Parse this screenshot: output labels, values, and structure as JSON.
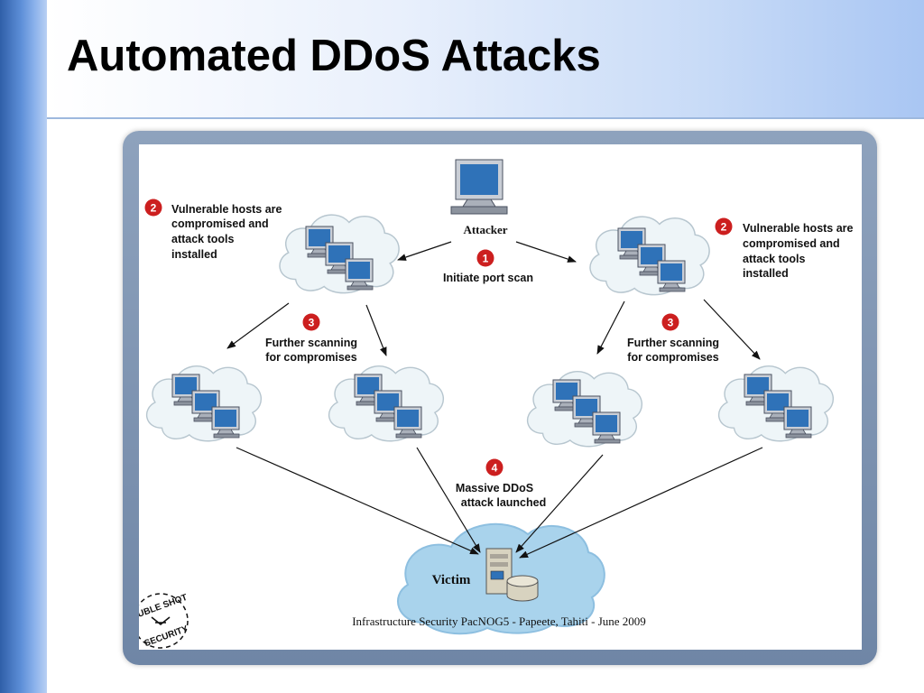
{
  "slide": {
    "title": "Automated DDoS Attacks"
  },
  "diagram": {
    "attacker_label": "Attacker",
    "victim_label": "Victim",
    "footer": "Infrastructure Security PacNOG5 - Papeete, Tahiti - June 2009",
    "logo_text": "DOUBLE SHOT SECURITY",
    "steps": [
      {
        "num": "1",
        "lines": [
          "Initiate port scan"
        ]
      },
      {
        "num": "2",
        "lines": [
          "Vulnerable hosts are",
          "compromised and",
          "attack tools",
          "installed"
        ]
      },
      {
        "num": "2",
        "lines": [
          "Vulnerable hosts are",
          "compromised and",
          "attack tools",
          "installed"
        ]
      },
      {
        "num": "3",
        "lines": [
          "Further scanning",
          "for compromises"
        ]
      },
      {
        "num": "3",
        "lines": [
          "Further scanning",
          "for compromises"
        ]
      },
      {
        "num": "4",
        "lines": [
          "Massive DDoS",
          "attack launched"
        ]
      }
    ],
    "colors": {
      "step_badge": "#cc1f1f",
      "cloud_fill": "#eef5f8",
      "victim_cloud": "#a9d3ec",
      "monitor_screen": "#2f72b8"
    }
  }
}
